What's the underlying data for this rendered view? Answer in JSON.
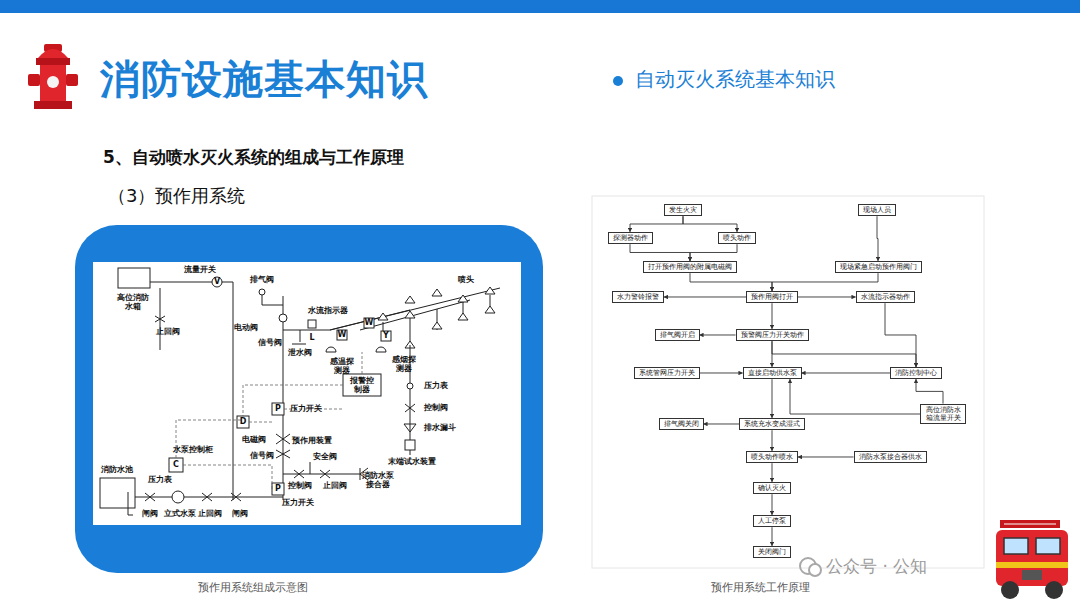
{
  "diagram": {
    "title": "消防设施基本知识",
    "nodes": [
      {
        "text": [
          "发生火灾"
        ]
      },
      {
        "text": [
          "探测器动作"
        ]
      },
      {
        "text": [
          "喷头动作"
        ]
      },
      {
        "text": [
          "打开预作用阀的附属电磁阀"
        ]
      },
      {
        "text": [
          "现场人员"
        ]
      },
      {
        "text": [
          "现场紧急启动预作用阀门"
        ]
      },
      {
        "text": [
          "水力警铃报警"
        ]
      },
      {
        "text": [
          "预作用阀打开"
        ]
      },
      {
        "text": [
          "水流指示器动作"
        ]
      },
      {
        "text": [
          "排气阀开启"
        ]
      },
      {
        "text": [
          "预警阀压力开关动作"
        ]
      },
      {
        "text": [
          "系统管网压力开关"
        ]
      },
      {
        "text": [
          "直接启动供水泵"
        ]
      },
      {
        "text": [
          "消防控制中心"
        ]
      },
      {
        "text": [
          "高位消防水箱流量开关"
        ]
      },
      {
        "text": [
          "排气阀关闭"
        ]
      },
      {
        "text": [
          "系统充水变成湿式"
        ]
      },
      {
        "text": [
          "喷头动作喷水"
        ]
      },
      {
        "text": [
          "消防水泵接合器供水"
        ]
      },
      {
        "text": [
          "确认灭火"
        ]
      },
      {
        "text": [
          "人工停泵"
        ]
      },
      {
        "text": [
          "关闭阀门"
        ]
      }
    ],
    "edges": [
      {
        "from": 0,
        "to": 1,
        "arrow": "to"
      },
      {
        "from": 0,
        "to": 2,
        "arrow": "to"
      },
      {
        "from": 1,
        "to": 3,
        "arrow": "to"
      },
      {
        "from": 2,
        "to": 3,
        "arrow": "to"
      },
      {
        "from": 4,
        "to": 5,
        "arrow": "to"
      },
      {
        "from": 3,
        "to": 7,
        "arrow": "to"
      },
      {
        "from": 5,
        "to": 7,
        "arrow": "to"
      },
      {
        "from": 7,
        "to": 6,
        "arrow": "to"
      },
      {
        "from": 7,
        "to": 8,
        "arrow": "to"
      },
      {
        "from": 7,
        "to": 10,
        "arrow": "to"
      },
      {
        "from": 10,
        "to": 9,
        "arrow": "to"
      },
      {
        "from": 10,
        "to": 12,
        "arrow": "to"
      },
      {
        "from": 10,
        "to": 13,
        "arrow": "to"
      },
      {
        "from": 8,
        "to": 13,
        "arrow": "to"
      },
      {
        "from": 11,
        "to": 12,
        "arrow": "to"
      },
      {
        "from": 13,
        "to": 12,
        "arrow": "to"
      },
      {
        "from": 14,
        "to": 12,
        "arrow": "to"
      },
      {
        "from": 14,
        "to": 13,
        "arrow": "to"
      },
      {
        "from": 12,
        "to": 16,
        "arrow": "to"
      },
      {
        "from": 16,
        "to": 15,
        "arrow": "to"
      },
      {
        "from": 16,
        "to": 17,
        "arrow": "to"
      },
      {
        "from": 18,
        "to": 17,
        "arrow": "to"
      },
      {
        "from": 17,
        "to": 19,
        "arrow": "to"
      },
      {
        "from": 19,
        "to": 20,
        "arrow": "to"
      },
      {
        "from": 20,
        "to": 21,
        "arrow": "to"
      }
    ],
    "labels": [
      "自动灭火系统基本知识",
      "5、自动喷水灭火系统的组成与工作原理",
      "（3）预作用系统",
      "高位消防水箱",
      "流量开关",
      "V",
      "止回阀",
      "排气阀",
      "电动阀",
      "水流指示器",
      "L",
      "喷头",
      "信号阀",
      "泄水阀",
      "W",
      "W",
      "Y",
      "感温探测器",
      "感烟探测器",
      "报警控制器",
      "压力表",
      "控制阀",
      "排水漏斗",
      "末端试水装置",
      "D",
      "P",
      "压力开关",
      "电磁阀",
      "预作用装置",
      "信号阀",
      "安全阀",
      "水泵控制柜",
      "C",
      "压力表",
      "控制阀",
      "止回阀",
      "消防水泵接合器",
      "P",
      "压力开关",
      "消防水池",
      "闸阀",
      "立式水泵",
      "止回阀",
      "闸阀",
      "预作用系统组成示意图",
      "预作用系统工作原理",
      "公众号 · 公知"
    ]
  }
}
